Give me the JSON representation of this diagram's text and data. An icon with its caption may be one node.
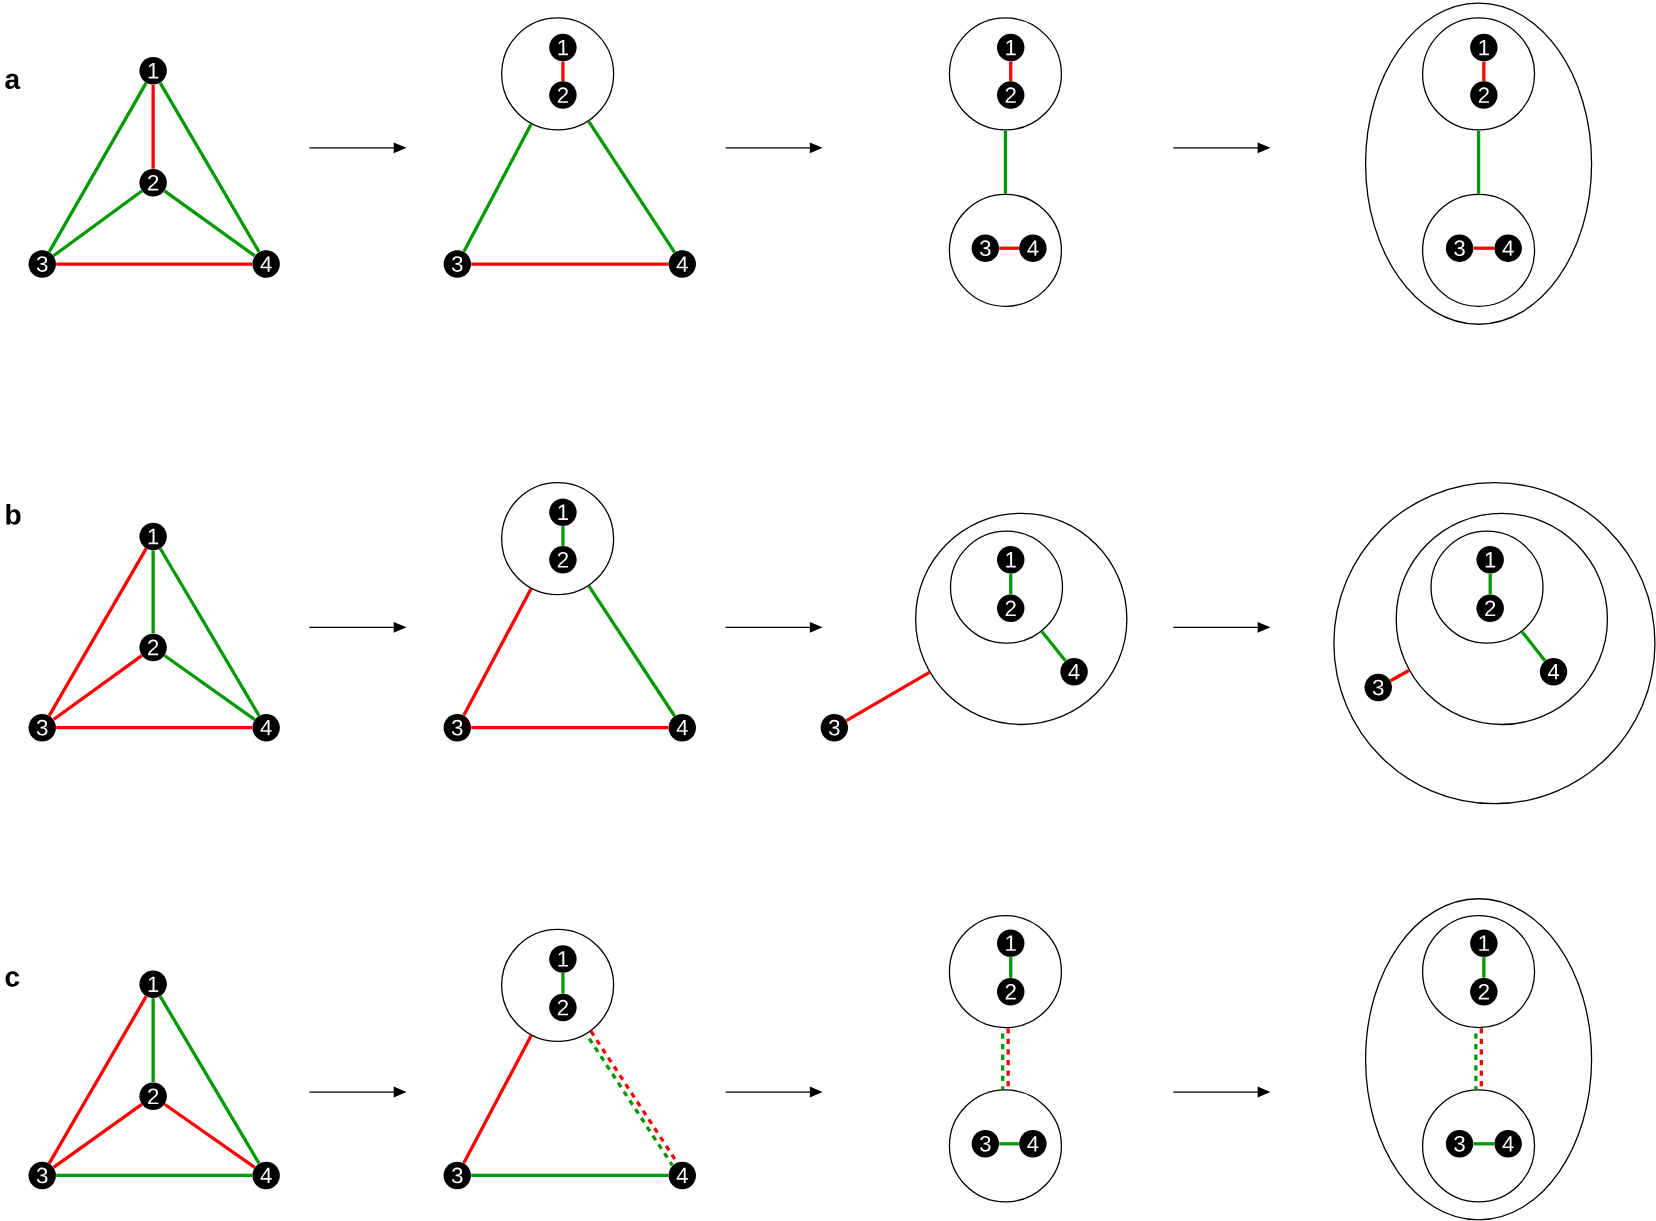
{
  "diagram": {
    "nodes": [
      {
        "text": [
          "1"
        ]
      },
      {
        "text": [
          "2"
        ]
      },
      {
        "text": [
          "3"
        ]
      },
      {
        "text": [
          "4"
        ]
      },
      {
        "text": [],
        "shape": "circle"
      },
      {
        "text": [
          "1"
        ],
        "in": 4
      },
      {
        "text": [
          "2"
        ],
        "in": 4
      },
      {
        "text": [
          "3"
        ]
      },
      {
        "text": [
          "4"
        ]
      },
      {
        "text": [],
        "shape": "circle"
      },
      {
        "text": [
          "1"
        ],
        "in": 9
      },
      {
        "text": [
          "2"
        ],
        "in": 9
      },
      {
        "text": [],
        "shape": "circle"
      },
      {
        "text": [
          "3"
        ],
        "in": 12
      },
      {
        "text": [
          "4"
        ],
        "in": 12
      },
      {
        "text": [],
        "shape": "ellipse"
      },
      {
        "text": [],
        "shape": "circle",
        "in": 15
      },
      {
        "text": [
          "1"
        ],
        "in": 16
      },
      {
        "text": [
          "2"
        ],
        "in": 16
      },
      {
        "text": [],
        "shape": "circle",
        "in": 15
      },
      {
        "text": [
          "3"
        ],
        "in": 19
      },
      {
        "text": [
          "4"
        ],
        "in": 19
      },
      {
        "text": [
          "1"
        ]
      },
      {
        "text": [
          "2"
        ]
      },
      {
        "text": [
          "3"
        ]
      },
      {
        "text": [
          "4"
        ]
      },
      {
        "text": [],
        "shape": "circle"
      },
      {
        "text": [
          "1"
        ],
        "in": 26
      },
      {
        "text": [
          "2"
        ],
        "in": 26
      },
      {
        "text": [
          "3"
        ]
      },
      {
        "text": [
          "4"
        ]
      },
      {
        "text": [],
        "shape": "circle"
      },
      {
        "text": [],
        "shape": "circle",
        "in": 31
      },
      {
        "text": [
          "1"
        ],
        "in": 32
      },
      {
        "text": [
          "2"
        ],
        "in": 32
      },
      {
        "text": [
          "4"
        ],
        "in": 31
      },
      {
        "text": [
          "3"
        ]
      },
      {
        "text": [],
        "shape": "circle"
      },
      {
        "text": [],
        "shape": "circle",
        "in": 37
      },
      {
        "text": [],
        "shape": "circle",
        "in": 38
      },
      {
        "text": [
          "1"
        ],
        "in": 39
      },
      {
        "text": [
          "2"
        ],
        "in": 39
      },
      {
        "text": [
          "4"
        ],
        "in": 38
      },
      {
        "text": [
          "3"
        ],
        "in": 37
      },
      {
        "text": [
          "1"
        ]
      },
      {
        "text": [
          "2"
        ]
      },
      {
        "text": [
          "3"
        ]
      },
      {
        "text": [
          "4"
        ]
      },
      {
        "text": [],
        "shape": "circle"
      },
      {
        "text": [
          "1"
        ],
        "in": 48
      },
      {
        "text": [
          "2"
        ],
        "in": 48
      },
      {
        "text": [
          "3"
        ]
      },
      {
        "text": [
          "4"
        ]
      },
      {
        "text": [],
        "shape": "circle"
      },
      {
        "text": [
          "1"
        ],
        "in": 53
      },
      {
        "text": [
          "2"
        ],
        "in": 53
      },
      {
        "text": [],
        "shape": "circle"
      },
      {
        "text": [
          "3"
        ],
        "in": 56
      },
      {
        "text": [
          "4"
        ],
        "in": 56
      },
      {
        "text": [],
        "shape": "ellipse"
      },
      {
        "text": [],
        "shape": "circle",
        "in": 59
      },
      {
        "text": [
          "1"
        ],
        "in": 60
      },
      {
        "text": [
          "2"
        ],
        "in": 60
      },
      {
        "text": [],
        "shape": "circle",
        "in": 59
      },
      {
        "text": [
          "3"
        ],
        "in": 63
      },
      {
        "text": [
          "4"
        ],
        "in": 63
      }
    ],
    "edges": [
      {
        "from": 0,
        "to": 1,
        "arrow": "none",
        "color": "#ff0000"
      },
      {
        "from": 0,
        "to": 2,
        "arrow": "none",
        "color": "#009900"
      },
      {
        "from": 0,
        "to": 3,
        "arrow": "none",
        "color": "#009900"
      },
      {
        "from": 1,
        "to": 2,
        "arrow": "none",
        "color": "#009900"
      },
      {
        "from": 1,
        "to": 3,
        "arrow": "none",
        "color": "#009900"
      },
      {
        "from": 2,
        "to": 3,
        "arrow": "none",
        "color": "#ff0000"
      },
      {
        "from": 5,
        "to": 6,
        "arrow": "none",
        "color": "#ff0000"
      },
      {
        "from": 4,
        "to": 7,
        "arrow": "none",
        "color": "#009900"
      },
      {
        "from": 4,
        "to": 8,
        "arrow": "none",
        "color": "#009900"
      },
      {
        "from": 7,
        "to": 8,
        "arrow": "none",
        "color": "#ff0000"
      },
      {
        "from": 10,
        "to": 11,
        "arrow": "none",
        "color": "#ff0000"
      },
      {
        "from": 9,
        "to": 12,
        "arrow": "none",
        "color": "#009900"
      },
      {
        "from": 13,
        "to": 14,
        "arrow": "none",
        "color": "#ff0000"
      },
      {
        "from": 17,
        "to": 18,
        "arrow": "none",
        "color": "#ff0000"
      },
      {
        "from": 16,
        "to": 19,
        "arrow": "none",
        "color": "#009900"
      },
      {
        "from": 20,
        "to": 21,
        "arrow": "none",
        "color": "#ff0000"
      },
      {
        "from": 22,
        "to": 23,
        "arrow": "none",
        "color": "#009900"
      },
      {
        "from": 22,
        "to": 24,
        "arrow": "none",
        "color": "#ff0000"
      },
      {
        "from": 22,
        "to": 25,
        "arrow": "none",
        "color": "#009900"
      },
      {
        "from": 23,
        "to": 24,
        "arrow": "none",
        "color": "#ff0000"
      },
      {
        "from": 23,
        "to": 25,
        "arrow": "none",
        "color": "#009900"
      },
      {
        "from": 24,
        "to": 25,
        "arrow": "none",
        "color": "#ff0000"
      },
      {
        "from": 27,
        "to": 28,
        "arrow": "none",
        "color": "#009900"
      },
      {
        "from": 26,
        "to": 29,
        "arrow": "none",
        "color": "#ff0000"
      },
      {
        "from": 26,
        "to": 30,
        "arrow": "none",
        "color": "#009900"
      },
      {
        "from": 29,
        "to": 30,
        "arrow": "none",
        "color": "#ff0000"
      },
      {
        "from": 33,
        "to": 34,
        "arrow": "none",
        "color": "#009900"
      },
      {
        "from": 32,
        "to": 35,
        "arrow": "none",
        "color": "#009900"
      },
      {
        "from": 31,
        "to": 36,
        "arrow": "none",
        "color": "#ff0000"
      },
      {
        "from": 40,
        "to": 41,
        "arrow": "none",
        "color": "#009900"
      },
      {
        "from": 39,
        "to": 42,
        "arrow": "none",
        "color": "#009900"
      },
      {
        "from": 38,
        "to": 43,
        "arrow": "none",
        "color": "#ff0000"
      },
      {
        "from": 44,
        "to": 45,
        "arrow": "none",
        "color": "#009900"
      },
      {
        "from": 44,
        "to": 46,
        "arrow": "none",
        "color": "#ff0000"
      },
      {
        "from": 44,
        "to": 47,
        "arrow": "none",
        "color": "#009900"
      },
      {
        "from": 45,
        "to": 46,
        "arrow": "none",
        "color": "#ff0000"
      },
      {
        "from": 45,
        "to": 47,
        "arrow": "none",
        "color": "#ff0000"
      },
      {
        "from": 46,
        "to": 47,
        "arrow": "none",
        "color": "#009900"
      },
      {
        "from": 49,
        "to": 50,
        "arrow": "none",
        "color": "#009900"
      },
      {
        "from": 48,
        "to": 51,
        "arrow": "none",
        "color": "#ff0000"
      },
      {
        "from": 48,
        "to": 52,
        "arrow": "none",
        "style": "dashed",
        "color": "#ff0000"
      },
      {
        "from": 48,
        "to": 52,
        "arrow": "none",
        "style": "dashed",
        "color": "#009900"
      },
      {
        "from": 51,
        "to": 52,
        "arrow": "none",
        "color": "#009900"
      },
      {
        "from": 54,
        "to": 55,
        "arrow": "none",
        "color": "#009900"
      },
      {
        "from": 53,
        "to": 56,
        "arrow": "none",
        "style": "dashed",
        "color": "#ff0000"
      },
      {
        "from": 53,
        "to": 56,
        "arrow": "none",
        "style": "dashed",
        "color": "#009900"
      },
      {
        "from": 57,
        "to": 58,
        "arrow": "none",
        "color": "#009900"
      },
      {
        "from": 61,
        "to": 62,
        "arrow": "none",
        "color": "#009900"
      },
      {
        "from": 60,
        "to": 63,
        "arrow": "none",
        "style": "dashed",
        "color": "#ff0000"
      },
      {
        "from": 60,
        "to": 63,
        "arrow": "none",
        "style": "dashed",
        "color": "#009900"
      },
      {
        "from": 64,
        "to": 65,
        "arrow": "none",
        "color": "#009900"
      }
    ],
    "labels": [
      "a",
      "b",
      "c"
    ]
  }
}
